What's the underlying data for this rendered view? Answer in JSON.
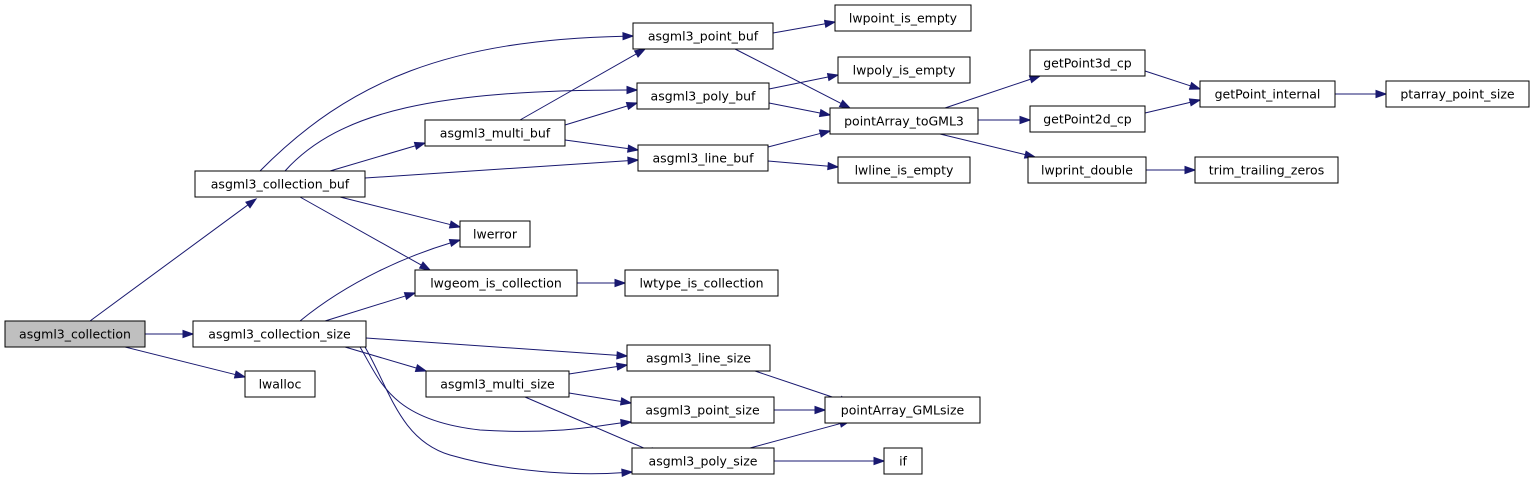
{
  "graph": {
    "nodes": {
      "asgml3_collection": "asgml3_collection",
      "asgml3_collection_buf": "asgml3_collection_buf",
      "asgml3_collection_size": "asgml3_collection_size",
      "lwalloc": "lwalloc",
      "asgml3_point_buf": "asgml3_point_buf",
      "asgml3_poly_buf": "asgml3_poly_buf",
      "asgml3_multi_buf": "asgml3_multi_buf",
      "asgml3_line_buf": "asgml3_line_buf",
      "lwerror": "lwerror",
      "lwgeom_is_collection": "lwgeom_is_collection",
      "lwpoint_is_empty": "lwpoint_is_empty",
      "lwpoly_is_empty": "lwpoly_is_empty",
      "pointArray_toGML3": "pointArray_toGML3",
      "lwline_is_empty": "lwline_is_empty",
      "lwtype_is_collection": "lwtype_is_collection",
      "getPoint3d_cp": "getPoint3d_cp",
      "getPoint2d_cp": "getPoint2d_cp",
      "lwprint_double": "lwprint_double",
      "getPoint_internal": "getPoint_internal",
      "trim_trailing_zeros": "trim_trailing_zeros",
      "ptarray_point_size": "ptarray_point_size",
      "asgml3_line_size": "asgml3_line_size",
      "asgml3_multi_size": "asgml3_multi_size",
      "asgml3_point_size": "asgml3_point_size",
      "asgml3_poly_size": "asgml3_poly_size",
      "pointArray_GMLsize": "pointArray_GMLsize",
      "if": "if"
    },
    "colors": {
      "edge": "#191970",
      "node_border": "#000000",
      "node_fill": "#ffffff",
      "root_fill": "#bfbfbf"
    }
  }
}
